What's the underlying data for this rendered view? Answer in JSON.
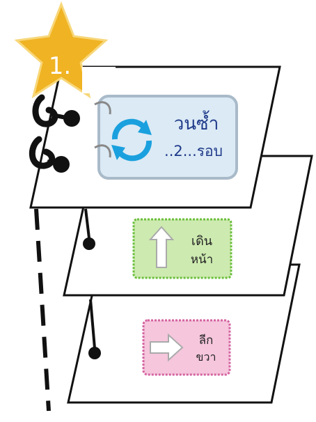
{
  "badge": {
    "number_label": "1.",
    "color": "#f0b323",
    "icon": "star-icon"
  },
  "cards": [
    {
      "icon": "repeat-cycle-icon",
      "line1": "วนซ้ำ",
      "line2": "..2...รอบ",
      "bg_color": "#dbeaf5",
      "border_color": "#a9bac9",
      "text_color": "#1f3a8a",
      "icon_color": "#1aa0de"
    },
    {
      "icon": "arrow-up-icon",
      "line1": "เดิน",
      "line2": "หน้า",
      "bg_color": "#cdeab0",
      "border_color": "#6bbf3b",
      "text_color": "#222222"
    },
    {
      "icon": "arrow-right-icon",
      "line1": "ลีก",
      "line2": "ขวา",
      "bg_color": "#f5c6dc",
      "border_color": "#d463a0",
      "text_color": "#222222"
    }
  ],
  "colors": {
    "line": "#111111",
    "page": "#ffffff"
  }
}
